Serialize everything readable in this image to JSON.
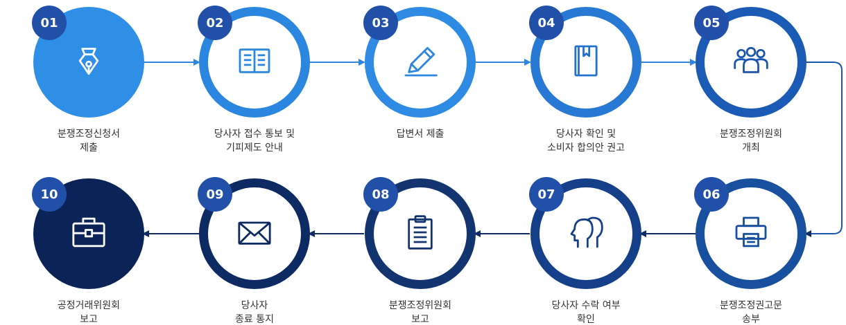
{
  "colors": {
    "s01": "#2f8fe6",
    "s02": "#2b86e0",
    "s03": "#2e8ae2",
    "s04": "#2779d4",
    "s05": "#1b5ab5",
    "s06": "#184f9f",
    "s07": "#153f88",
    "s08": "#13346f",
    "s09": "#0e2a62",
    "s10": "#0b2357",
    "badge": "#2250a8",
    "arrow_top": "#2e86e0",
    "arrow_bottom": "#0f2b63",
    "label_text": "#333333"
  },
  "steps": [
    {
      "num": "01",
      "icon": "fountain-pen-icon",
      "line1": "분쟁조정신청서",
      "line2": "제출"
    },
    {
      "num": "02",
      "icon": "open-book-icon",
      "line1": "당사자 접수 통보 및",
      "line2": "기피제도 안내"
    },
    {
      "num": "03",
      "icon": "pencil-icon",
      "line1": "답변서 제출",
      "line2": ""
    },
    {
      "num": "04",
      "icon": "notebook-icon",
      "line1": "당사자 확인 및",
      "line2": "소비자 합의안 권고"
    },
    {
      "num": "05",
      "icon": "people-group-icon",
      "line1": "분쟁조정위원회",
      "line2": "개최"
    },
    {
      "num": "06",
      "icon": "printer-icon",
      "line1": "분쟁조정권고문",
      "line2": "송부"
    },
    {
      "num": "07",
      "icon": "two-heads-icon",
      "line1": "당사자 수락 여부",
      "line2": "확인"
    },
    {
      "num": "08",
      "icon": "clipboard-icon",
      "line1": "분쟁조정위원회",
      "line2": "보고"
    },
    {
      "num": "09",
      "icon": "envelope-icon",
      "line1": "당사자",
      "line2": "종료 통지"
    },
    {
      "num": "10",
      "icon": "briefcase-icon",
      "line1": "공정거래위원회",
      "line2": "보고"
    }
  ]
}
